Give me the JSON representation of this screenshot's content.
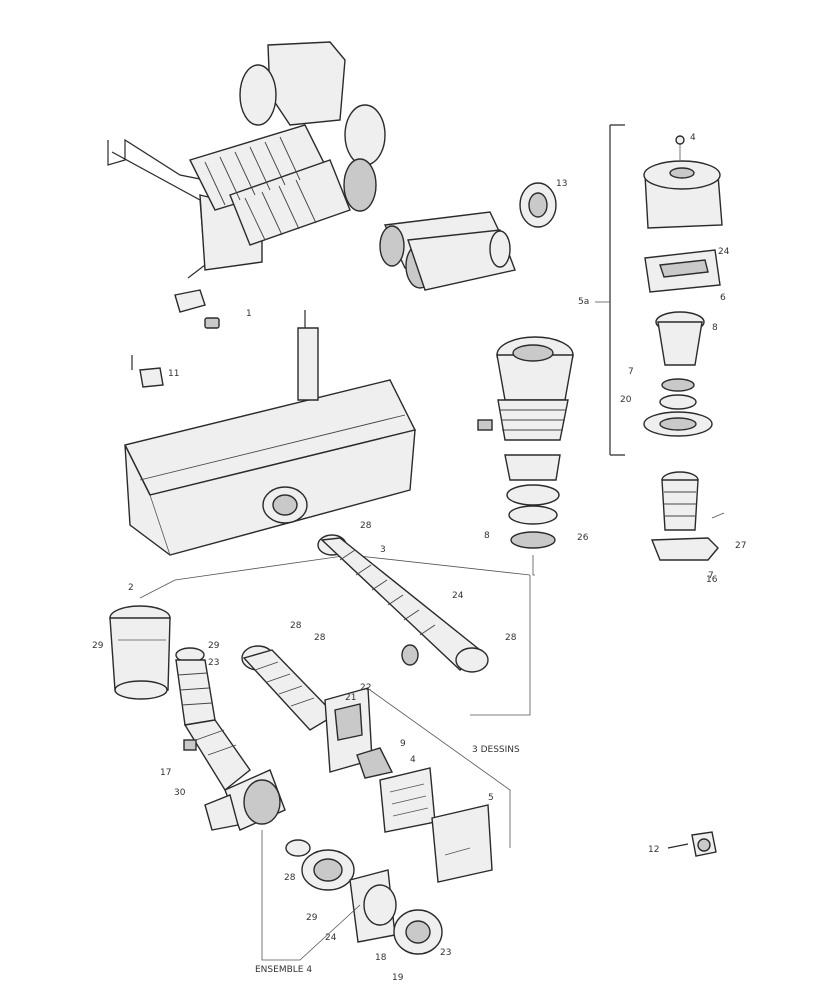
{
  "diagram": {
    "callouts": [
      {
        "id": "c-upper-pipe",
        "text": "1"
      },
      {
        "id": "c-cap-right",
        "text": "13"
      },
      {
        "id": "c-screw-top",
        "text": "4"
      },
      {
        "id": "c-cap-module",
        "text": "24"
      },
      {
        "id": "c-right-a",
        "text": "6"
      },
      {
        "id": "c-right-b",
        "text": "8"
      },
      {
        "id": "c-right-c",
        "text": "7"
      },
      {
        "id": "c-right-d",
        "text": "20"
      },
      {
        "id": "c-bracket-left",
        "text": "5a"
      },
      {
        "id": "c-mid-stack",
        "text": "8"
      },
      {
        "id": "c-mid-stack-b",
        "text": "26"
      },
      {
        "id": "c-lower-right",
        "text": "27"
      },
      {
        "id": "c-lower-right-b",
        "text": "16"
      },
      {
        "id": "c-hose-a",
        "text": "28"
      },
      {
        "id": "c-hose-b",
        "text": "3"
      },
      {
        "id": "c-hose-c",
        "text": "24"
      },
      {
        "id": "c-hose-d",
        "text": "28"
      },
      {
        "id": "c-left-cup",
        "text": "29"
      },
      {
        "id": "c-left-top",
        "text": "2"
      },
      {
        "id": "c-elbow-a",
        "text": "29"
      },
      {
        "id": "c-elbow-b",
        "text": "23"
      },
      {
        "id": "c-elbow-c",
        "text": "17"
      },
      {
        "id": "c-elbow-d",
        "text": "30"
      },
      {
        "id": "c-mid-hose-a",
        "text": "28"
      },
      {
        "id": "c-mid-hose-b",
        "text": "28"
      },
      {
        "id": "c-frame-a",
        "text": "22"
      },
      {
        "id": "c-frame-b",
        "text": "21"
      },
      {
        "id": "c-frame-c",
        "text": "9"
      },
      {
        "id": "c-frame-d",
        "text": "4"
      },
      {
        "id": "c-plate",
        "text": "5"
      },
      {
        "id": "c-seal-a",
        "text": "28"
      },
      {
        "id": "c-seal-b",
        "text": "29"
      },
      {
        "id": "c-seal-c",
        "text": "24"
      },
      {
        "id": "c-bottom-a",
        "text": "18"
      },
      {
        "id": "c-bottom-b",
        "text": "19"
      },
      {
        "id": "c-bottom-c",
        "text": "23"
      },
      {
        "id": "c-tank-side",
        "text": "11"
      },
      {
        "id": "c-screw-right",
        "text": "12"
      },
      {
        "id": "c-nut",
        "text": "7"
      }
    ],
    "group_label": "3 DESSINS",
    "bottom_label": "ENSEMBLE 4"
  }
}
